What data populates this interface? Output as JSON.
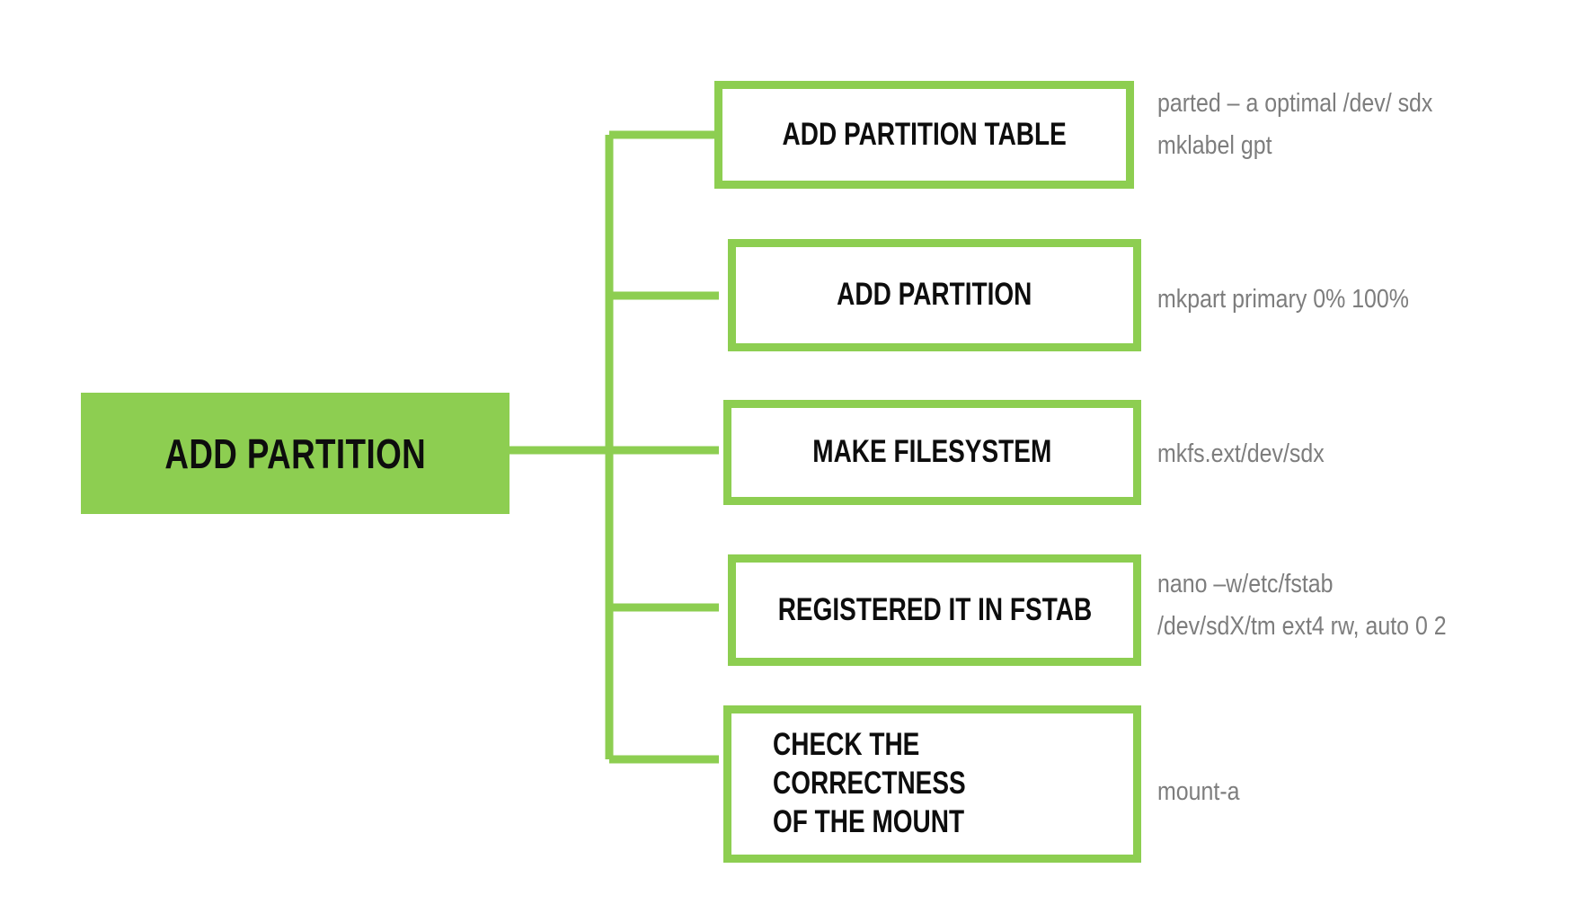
{
  "diagram": {
    "title": "ADD PARTITION",
    "colors": {
      "accent_green": "#8DCE51",
      "node_text": "#0d0d0d",
      "annotation_text": "#7d7d7d",
      "background": "#ffffff"
    },
    "root": {
      "label": "ADD PARTITION"
    },
    "branches": [
      {
        "label": "ADD PARTITION TABLE",
        "annotation": "parted – a optimal /dev/ sdx\nmklabel gpt"
      },
      {
        "label": "ADD PARTITION",
        "annotation": "mkpart primary 0% 100%"
      },
      {
        "label": "MAKE FILESYSTEM",
        "annotation": "mkfs.ext/dev/sdx"
      },
      {
        "label": "REGISTERED IT IN FSTAB",
        "annotation": "nano –w/etc/fstab\n/dev/sdX/tm ext4 rw, auto 0 2"
      },
      {
        "label": "CHECK THE CORRECTNESS\nOF THE MOUNT",
        "annotation": "mount-a"
      }
    ]
  }
}
